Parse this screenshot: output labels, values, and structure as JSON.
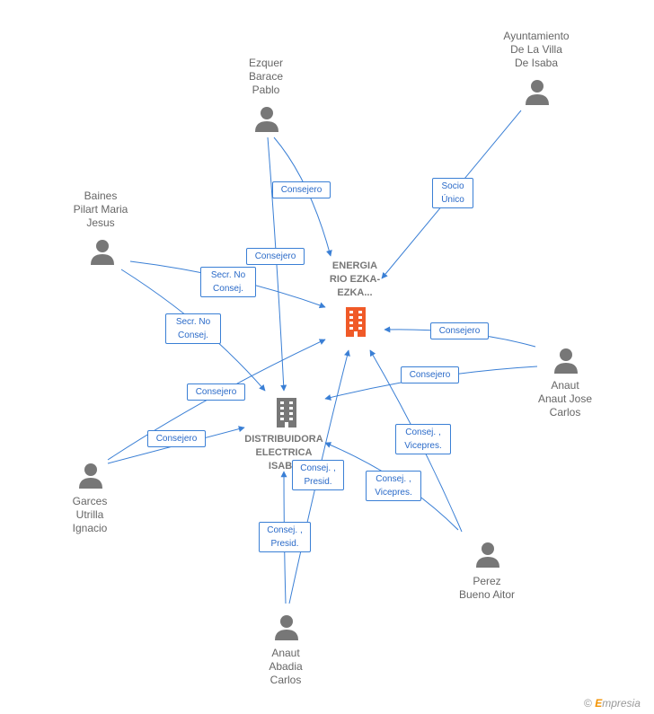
{
  "companies": {
    "energia": {
      "label": "ENERGIA\nRIO EZKA-\nEZKA...",
      "color": "#f05a28"
    },
    "distribuidora": {
      "label": "DISTRIBUIDORA\nELECTRICA\nISABA",
      "color": "#777777"
    }
  },
  "people": {
    "ayuntamiento": "Ayuntamiento\nDe La Villa\nDe Isaba",
    "ezquer": "Ezquer\nBarace\nPablo",
    "baines": "Baines\nPilart Maria\nJesus",
    "anaut_jose": "Anaut\nAnaut Jose\nCarlos",
    "garces": "Garces\nUtrilla\nIgnacio",
    "perez": "Perez\nBueno Aitor",
    "anaut_abadia": "Anaut\nAbadia\nCarlos"
  },
  "relations": {
    "socio_unico": "Socio\nÚnico",
    "consejero_1": "Consejero",
    "consejero_2": "Consejero",
    "secr_no_consej_1": "Secr.  No\nConsej.",
    "secr_no_consej_2": "Secr.  No\nConsej.",
    "consejero_3": "Consejero",
    "consejero_4": "Consejero",
    "consejero_5": "Consejero",
    "consejero_6": "Consejero",
    "consej_vicepres_1": "Consej. ,\nVicepres.",
    "consej_vicepres_2": "Consej. ,\nVicepres.",
    "consej_presid_1": "Consej. ,\nPresid.",
    "consej_presid_2": "Consej. ,\nPresid."
  },
  "colors": {
    "edge": "#3a7fd5",
    "person": "#777777",
    "company_main": "#f05a28"
  },
  "footer": {
    "copyright": "©",
    "brand_first": "E",
    "brand_rest": "mpresia"
  }
}
